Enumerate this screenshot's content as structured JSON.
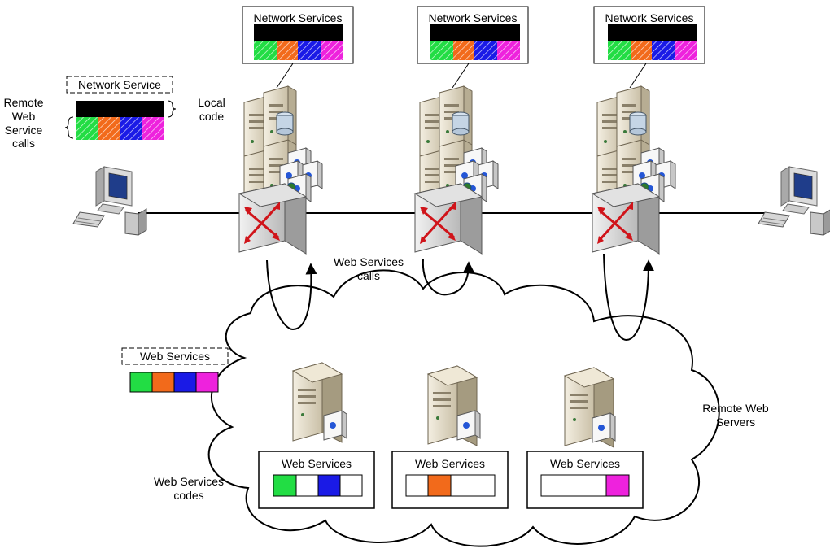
{
  "labels": {
    "network_services": "Network Services",
    "network_service": "Network Service",
    "local_code": "Local\ncode",
    "remote_web_service_calls": "Remote\nWeb\nService\ncalls",
    "web_services_calls": "Web Services\ncalls",
    "web_services": "Web Services",
    "remote_web_servers": "Remote Web\nServers",
    "web_services_codes": "Web Services\ncodes"
  },
  "colors": {
    "slot_green": "#22dd44",
    "slot_orange": "#f26a1b",
    "slot_blue": "#1a1ae6",
    "slot_magenta": "#ee22dd",
    "header_black": "#000000",
    "rack_beige": "#e8e0cc",
    "router_red": "#d0141a"
  },
  "nodes": [
    {
      "id": "client-left",
      "kind": "client-workstation"
    },
    {
      "id": "node-1",
      "kind": "network-service-node"
    },
    {
      "id": "node-2",
      "kind": "network-service-node"
    },
    {
      "id": "node-3",
      "kind": "network-service-node"
    },
    {
      "id": "client-right",
      "kind": "client-workstation"
    }
  ],
  "remote_servers": [
    {
      "slots": [
        "green",
        "white",
        "blue",
        "white"
      ]
    },
    {
      "slots": [
        "white",
        "orange",
        "white",
        "white"
      ]
    },
    {
      "slots": [
        "white",
        "white",
        "white",
        "magenta"
      ]
    }
  ]
}
